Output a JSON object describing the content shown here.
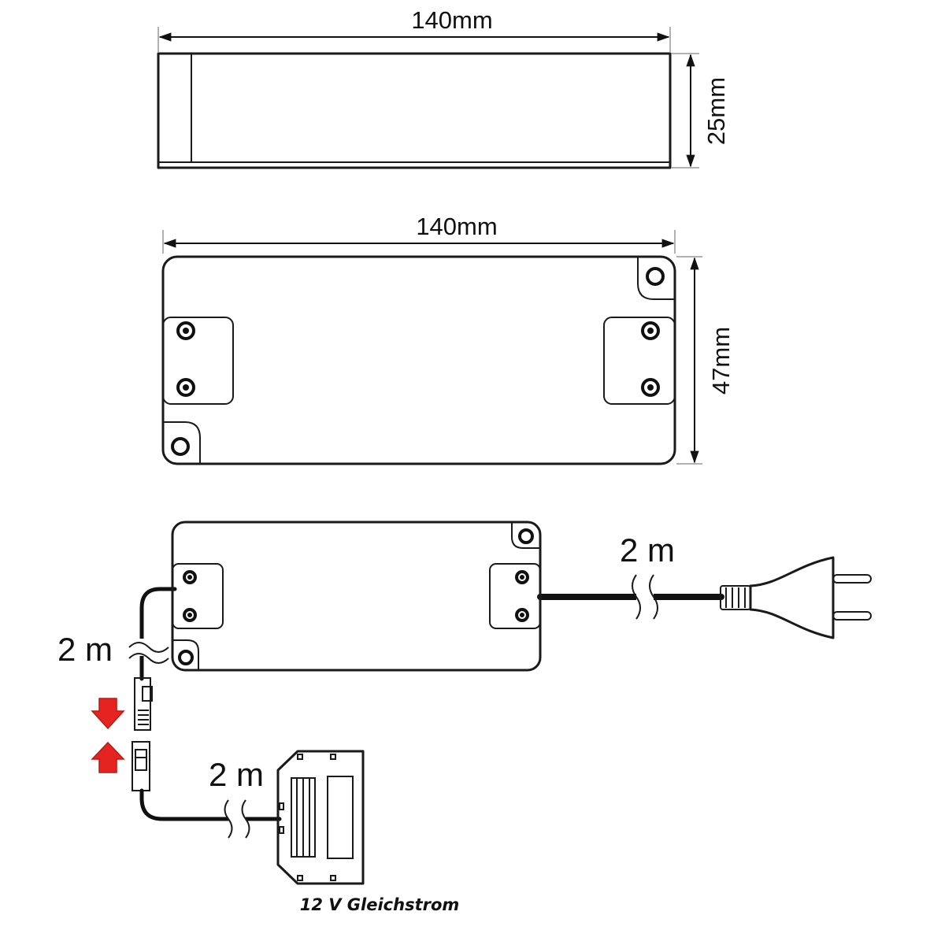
{
  "side_view": {
    "width_label": "140mm",
    "height_label": "25mm"
  },
  "top_view": {
    "width_label": "140mm",
    "height_label": "47mm"
  },
  "cables": {
    "mains_length": "2 m",
    "output_length": "2 m",
    "distributor_length": "2 m"
  },
  "caption": "12 V Gleichstrom",
  "colors": {
    "line": "#1a1a1a",
    "arrow": "#e52421"
  },
  "icons": {
    "plug": "euro-plug-icon",
    "connector": "connector-icon",
    "arrows": "insert-arrows-icon"
  }
}
